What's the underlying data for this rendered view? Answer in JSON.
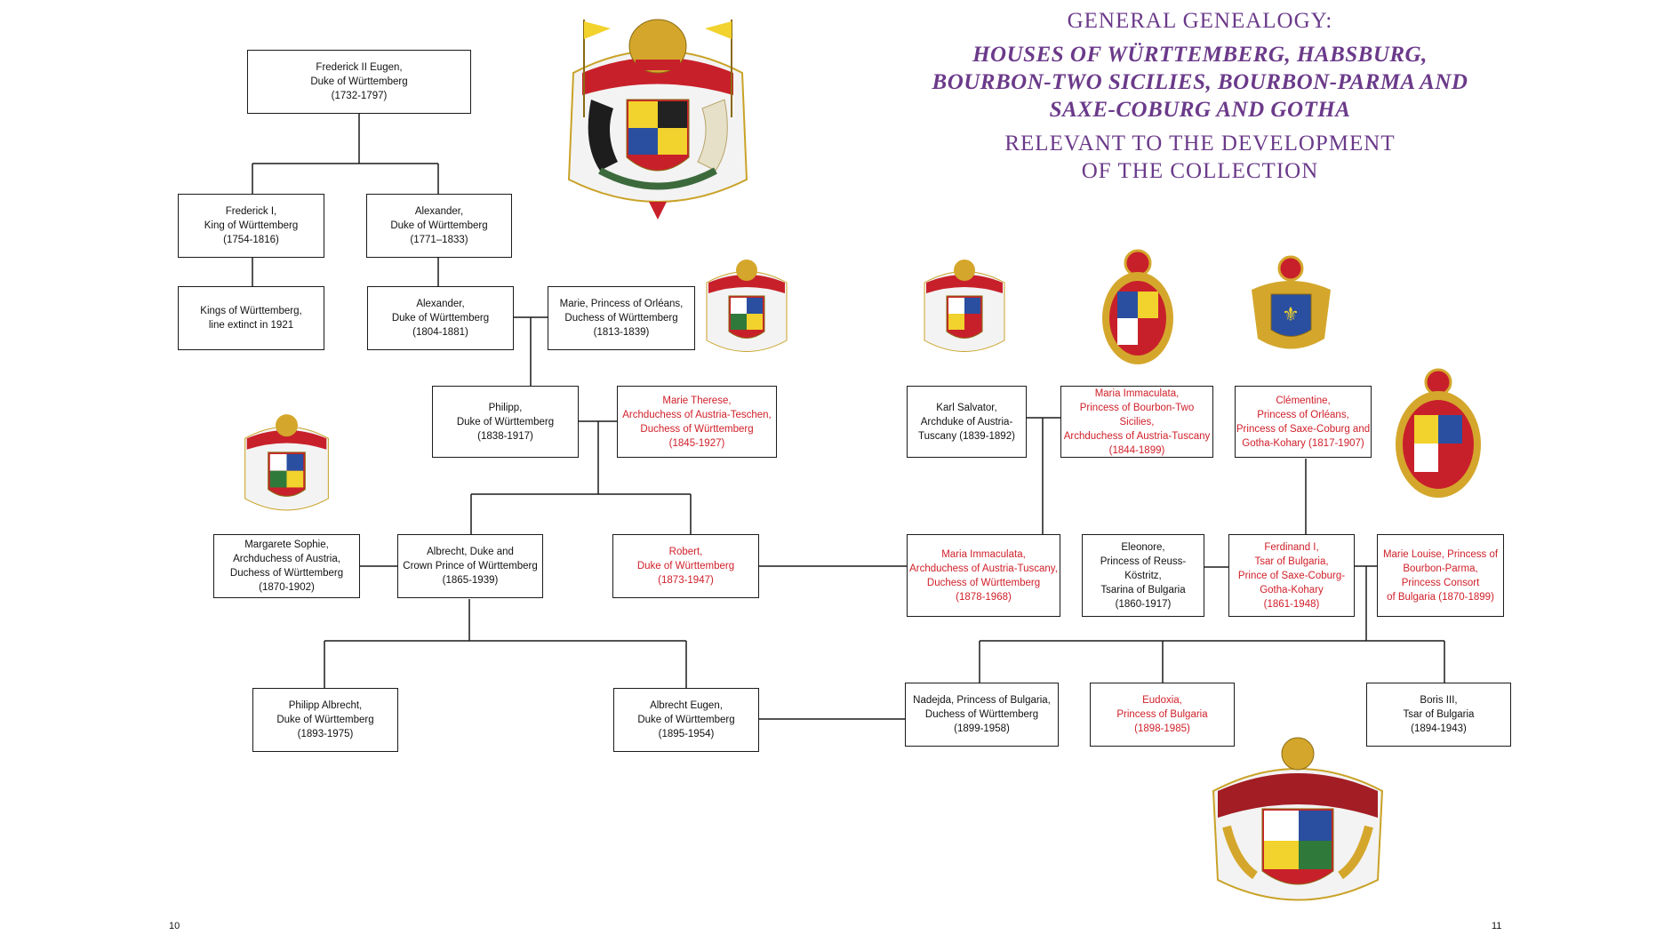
{
  "title": {
    "line1": "GENERAL GENEALOGY:",
    "houses": [
      "HOUSES OF WÜRTTEMBERG, HABSBURG,",
      "BOURBON-TWO SICILIES, BOURBON-PARMA AND",
      "SAXE-COBURG AND GOTHA"
    ],
    "relevant": [
      "RELEVANT TO THE DEVELOPMENT",
      "OF THE COLLECTION"
    ]
  },
  "people": {
    "frederick2": [
      "Frederick II Eugen,",
      "Duke of Württemberg",
      "(1732-1797)"
    ],
    "frederick1": [
      "Frederick I,",
      "King of Württemberg",
      "(1754-1816)"
    ],
    "alexander1": [
      "Alexander,",
      "Duke of Württemberg",
      "(1771–1833)"
    ],
    "kings": [
      "Kings of Württemberg,",
      "line extinct in 1921"
    ],
    "alexander2": [
      "Alexander,",
      "Duke of Württemberg",
      "(1804-1881)"
    ],
    "marie_orleans": [
      "Marie, Princess of Orléans,",
      "Duchess of Württemberg",
      "(1813-1839)"
    ],
    "philipp": [
      "Philipp,",
      "Duke of Württemberg",
      "(1838-1917)"
    ],
    "marie_therese": [
      "Marie Therese,",
      "Archduchess of Austria-Teschen,",
      "Duchess of Württemberg",
      "(1845-1927)"
    ],
    "karl_salvator": [
      "Karl Salvator,",
      "Archduke of Austria-",
      "Tuscany (1839-1892)"
    ],
    "maria_immacolata_bts": [
      "Maria Immaculata,",
      "Princess of Bourbon-Two Sicilies,",
      "Archduchess of Austria-Tuscany",
      "(1844-1899)"
    ],
    "clementine": [
      "Clémentine,",
      "Princess of Orléans,",
      "Princess of Saxe-Coburg and",
      "Gotha-Kohary (1817-1907)"
    ],
    "margarete": [
      "Margarete Sophie,",
      "Archduchess of Austria,",
      "Duchess of Württemberg",
      "(1870-1902)"
    ],
    "albrecht": [
      "Albrecht, Duke and",
      "Crown Prince of Württemberg",
      "(1865-1939)"
    ],
    "robert": [
      "Robert,",
      "Duke of Württemberg",
      "(1873-1947)"
    ],
    "maria_immaculata_at": [
      "Maria Immaculata,",
      "Archduchess of Austria-Tuscany,",
      "Duchess of Württemberg",
      "(1878-1968)"
    ],
    "eleonore": [
      "Eleonore,",
      "Princess of Reuss-Köstritz,",
      "Tsarina of Bulgaria",
      "(1860-1917)"
    ],
    "ferdinand": [
      "Ferdinand I,",
      "Tsar of Bulgaria,",
      "Prince of Saxe-Coburg-",
      "Gotha-Kohary",
      "(1861-1948)"
    ],
    "marie_louise": [
      "Marie Louise, Princess of",
      "Bourbon-Parma,",
      "Princess Consort",
      "of Bulgaria (1870-1899)"
    ],
    "philipp_albrecht": [
      "Philipp Albrecht,",
      "Duke of Württemberg",
      "(1893-1975)"
    ],
    "albrecht_eugen": [
      "Albrecht Eugen,",
      "Duke of Württemberg",
      "(1895-1954)"
    ],
    "nadejda": [
      "Nadejda, Princess of Bulgaria,",
      "Duchess of Württemberg",
      "(1899-1958)"
    ],
    "eudoxia": [
      "Eudoxia,",
      "Princess of Bulgaria",
      "(1898-1985)"
    ],
    "boris": [
      "Boris III,",
      "Tsar of Bulgaria",
      "(1894-1943)"
    ]
  },
  "page_numbers": {
    "left": "10",
    "right": "11"
  },
  "colors": {
    "title": "#6b3a8a",
    "highlight": "#d0202a",
    "line": "#1a1a1a"
  }
}
